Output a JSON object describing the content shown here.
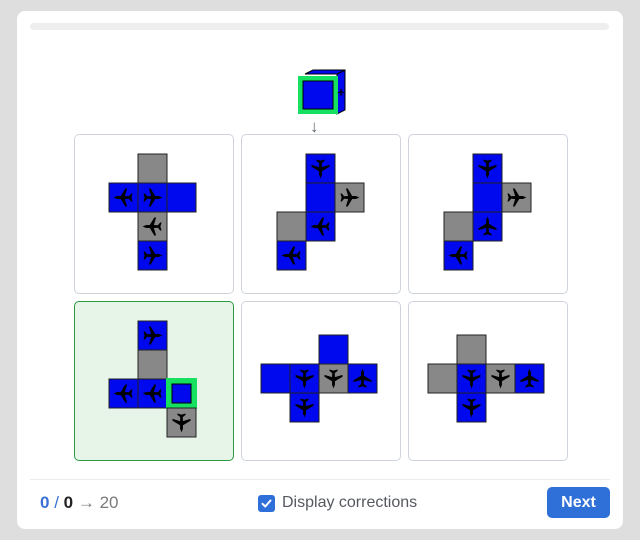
{
  "colors": {
    "blue": "#0008ee",
    "gray": "#888888",
    "highlight": "#16e060",
    "selected_bg": "#e6f5e8",
    "selected_border": "#2a9a45",
    "accent": "#2f6fd8"
  },
  "preview": {
    "description_icon": "cube-icon",
    "arrow": "↓"
  },
  "options": [
    {
      "name": "option-1",
      "selected": false,
      "cells": [
        {
          "r": 0,
          "c": 1,
          "color": "gray"
        },
        {
          "r": 1,
          "c": 0,
          "color": "blue",
          "icon": "jet",
          "rot": -90
        },
        {
          "r": 1,
          "c": 1,
          "color": "blue",
          "icon": "jet",
          "rot": 90
        },
        {
          "r": 1,
          "c": 2,
          "color": "blue"
        },
        {
          "r": 2,
          "c": 1,
          "color": "gray",
          "icon": "jet",
          "rot": -90
        },
        {
          "r": 3,
          "c": 1,
          "color": "blue",
          "icon": "jet",
          "rot": 90
        }
      ]
    },
    {
      "name": "option-2",
      "selected": false,
      "cells": [
        {
          "r": 0,
          "c": 1,
          "color": "blue",
          "icon": "jet",
          "rot": 180
        },
        {
          "r": 1,
          "c": 1,
          "color": "blue"
        },
        {
          "r": 1,
          "c": 2,
          "color": "gray",
          "icon": "jet",
          "rot": 90
        },
        {
          "r": 2,
          "c": 0,
          "color": "gray"
        },
        {
          "r": 2,
          "c": 1,
          "color": "blue",
          "icon": "jet",
          "rot": -90
        },
        {
          "r": 3,
          "c": 0,
          "color": "blue",
          "icon": "jet",
          "rot": -90
        }
      ]
    },
    {
      "name": "option-3",
      "selected": false,
      "cells": [
        {
          "r": 0,
          "c": 1,
          "color": "blue",
          "icon": "jet",
          "rot": 180
        },
        {
          "r": 1,
          "c": 1,
          "color": "blue"
        },
        {
          "r": 1,
          "c": 2,
          "color": "gray",
          "icon": "jet",
          "rot": 90
        },
        {
          "r": 2,
          "c": 0,
          "color": "gray"
        },
        {
          "r": 2,
          "c": 1,
          "color": "blue",
          "icon": "jet",
          "rot": 0
        },
        {
          "r": 3,
          "c": 0,
          "color": "blue",
          "icon": "jet",
          "rot": -90
        }
      ]
    },
    {
      "name": "option-4",
      "selected": true,
      "cells": [
        {
          "r": 0,
          "c": 1,
          "color": "blue",
          "icon": "jet",
          "rot": 90
        },
        {
          "r": 1,
          "c": 1,
          "color": "gray"
        },
        {
          "r": 2,
          "c": 0,
          "color": "blue",
          "icon": "jet",
          "rot": -90
        },
        {
          "r": 2,
          "c": 1,
          "color": "blue",
          "icon": "jet",
          "rot": -90
        },
        {
          "r": 2,
          "c": 2,
          "color": "blue",
          "highlight": true
        },
        {
          "r": 3,
          "c": 2,
          "color": "gray",
          "icon": "jet",
          "rot": 180
        }
      ]
    },
    {
      "name": "option-5",
      "selected": false,
      "cells": [
        {
          "r": 0,
          "c": 2,
          "color": "blue"
        },
        {
          "r": 1,
          "c": 0,
          "color": "blue"
        },
        {
          "r": 1,
          "c": 1,
          "color": "blue",
          "icon": "jet",
          "rot": 180
        },
        {
          "r": 1,
          "c": 2,
          "color": "gray",
          "icon": "jet",
          "rot": 180
        },
        {
          "r": 1,
          "c": 3,
          "color": "blue",
          "icon": "jet",
          "rot": 0
        },
        {
          "r": 2,
          "c": 1,
          "color": "blue",
          "icon": "jet",
          "rot": 180
        }
      ]
    },
    {
      "name": "option-6",
      "selected": false,
      "cells": [
        {
          "r": 0,
          "c": 1,
          "color": "gray"
        },
        {
          "r": 1,
          "c": 0,
          "color": "gray"
        },
        {
          "r": 1,
          "c": 1,
          "color": "blue",
          "icon": "jet",
          "rot": 180
        },
        {
          "r": 1,
          "c": 2,
          "color": "gray",
          "icon": "jet",
          "rot": 180
        },
        {
          "r": 1,
          "c": 3,
          "color": "blue",
          "icon": "jet",
          "rot": 0
        },
        {
          "r": 2,
          "c": 1,
          "color": "blue",
          "icon": "jet",
          "rot": 180
        }
      ]
    }
  ],
  "footer": {
    "score_current": "0",
    "score_sep": " / ",
    "score_total": "0",
    "score_arrow": " → ",
    "score_goal": "20",
    "corrections_label": "Display corrections",
    "corrections_checked": true,
    "next_label": "Next"
  }
}
